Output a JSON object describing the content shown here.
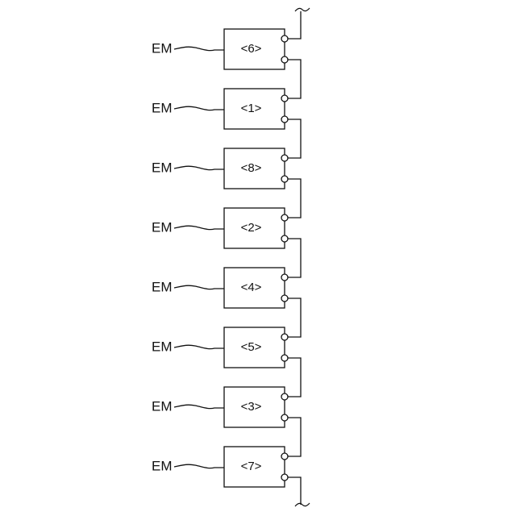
{
  "diagram": {
    "colors": {
      "line": "#111111",
      "background": "#ffffff"
    },
    "modules": [
      {
        "signal": "EM",
        "label": "<6>"
      },
      {
        "signal": "EM",
        "label": "<1>"
      },
      {
        "signal": "EM",
        "label": "<8>"
      },
      {
        "signal": "EM",
        "label": "<2>"
      },
      {
        "signal": "EM",
        "label": "<4>"
      },
      {
        "signal": "EM",
        "label": "<5>"
      },
      {
        "signal": "EM",
        "label": "<3>"
      },
      {
        "signal": "EM",
        "label": "<7>"
      }
    ]
  }
}
